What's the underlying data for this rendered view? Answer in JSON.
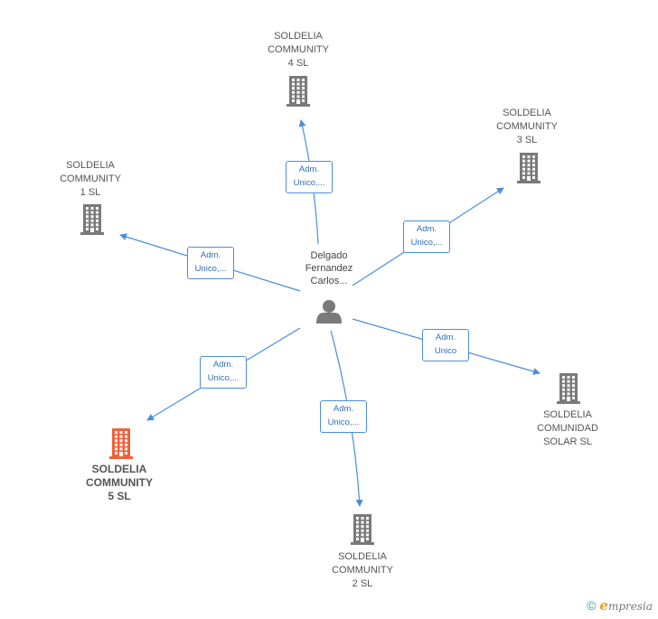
{
  "center": {
    "label": "Delgado\nFernandez\nCarlos..."
  },
  "nodes": [
    {
      "id": "c4",
      "label": "SOLDELIA\nCOMMUNITY\n4  SL",
      "highlight": false
    },
    {
      "id": "c3",
      "label": "SOLDELIA\nCOMMUNITY\n3  SL",
      "highlight": false
    },
    {
      "id": "c1",
      "label": "SOLDELIA\nCOMMUNITY\n1  SL",
      "highlight": false
    },
    {
      "id": "solar",
      "label": "SOLDELIA\nCOMUNIDAD\nSOLAR  SL",
      "highlight": false
    },
    {
      "id": "c5",
      "label": "SOLDELIA\nCOMMUNITY\n5  SL",
      "highlight": true
    },
    {
      "id": "c2",
      "label": "SOLDELIA\nCOMMUNITY\n2  SL",
      "highlight": false
    }
  ],
  "edges": [
    {
      "to": "c4",
      "label": "Adm.\nUnico,..."
    },
    {
      "to": "c3",
      "label": "Adm.\nUnico,..."
    },
    {
      "to": "c1",
      "label": "Adm.\nUnico,..."
    },
    {
      "to": "solar",
      "label": "Adm.\nUnico"
    },
    {
      "to": "c5",
      "label": "Adm.\nUnico,..."
    },
    {
      "to": "c2",
      "label": "Adm.\nUnico,..."
    }
  ],
  "colors": {
    "edge": "#4a8fd8",
    "building": "#7a7a7a",
    "highlight": "#f0623a",
    "person": "#7a7a7a"
  },
  "footer": {
    "copyright": "©",
    "brand_initial": "e",
    "brand_rest": "mpresia"
  }
}
